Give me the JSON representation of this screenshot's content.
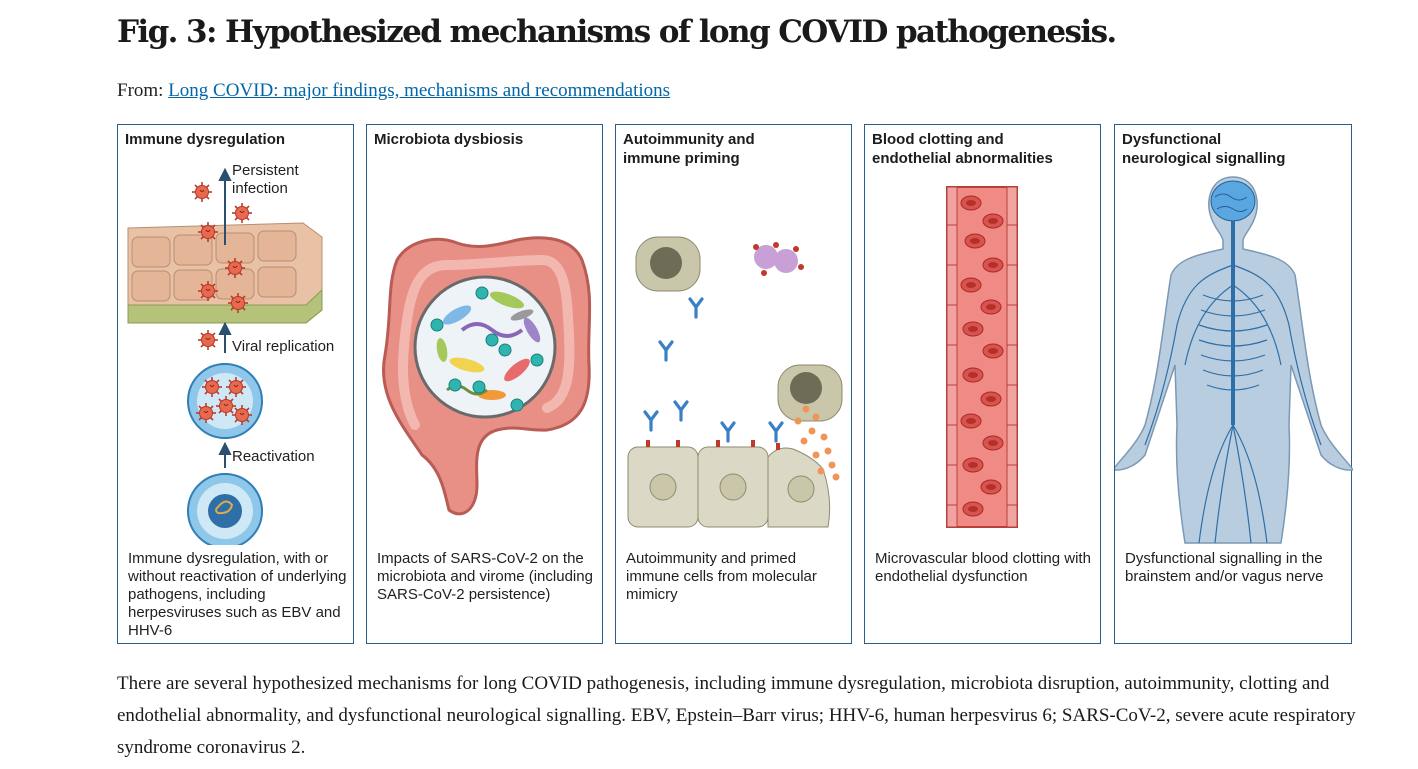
{
  "figure": {
    "title": "Fig. 3: Hypothesized mechanisms of long COVID pathogenesis.",
    "from_label": "From:",
    "from_link": "Long COVID: major findings, mechanisms and recommendations"
  },
  "panels": [
    {
      "title": "Immune dysregulation",
      "labels": {
        "persistent": "Persistent",
        "infection": "infection",
        "replication": "Viral replication",
        "reactivation": "Reactivation"
      },
      "caption": "Immune dysregulation, with or without reactivation of underlying pathogens, including herpesviruses such as EBV and HHV-6"
    },
    {
      "title": "Microbiota dysbiosis",
      "caption": "Impacts of SARS-CoV-2 on the microbiota and virome (including SARS-CoV-2 persistence)"
    },
    {
      "title_line1": "Autoimmunity and",
      "title_line2": "immune priming",
      "caption": "Autoimmunity and primed immune cells from molecular mimicry"
    },
    {
      "title_line1": "Blood clotting and",
      "title_line2": "endothelial abnormalities",
      "caption": "Microvascular blood clotting with endothelial dysfunction"
    },
    {
      "title_line1": "Dysfunctional",
      "title_line2": "neurological signalling",
      "caption": "Dysfunctional signalling in the brainstem and/or vagus nerve"
    }
  ],
  "caption": "There are several hypothesized mechanisms for long COVID pathogenesis, including immune dysregulation, microbiota disruption, autoimmunity, clotting and endothelial abnormality, and dysfunctional neurological signalling. EBV, Epstein–Barr virus; HHV-6, human herpesvirus 6; SARS-CoV-2, severe acute respiratory syndrome coronavirus 2."
}
